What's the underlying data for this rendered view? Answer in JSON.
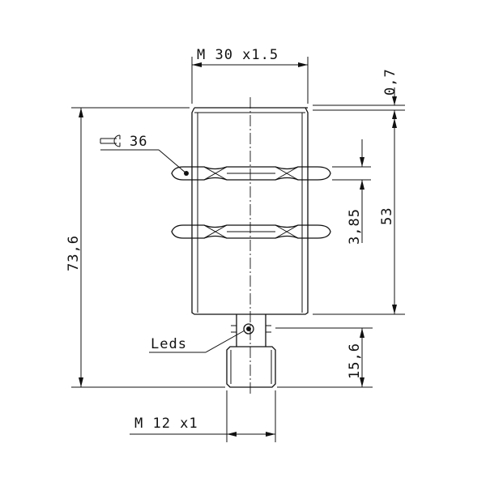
{
  "diagram": {
    "dimensions": {
      "thread_main": "M 30 x1.5",
      "top_gap": "0,7",
      "total_length": "73,6",
      "body_length": "53",
      "nut_thickness": "3,85",
      "connector_length": "15,6",
      "thread_connector": "M 12 x1",
      "wrench_size": "36"
    },
    "labels": {
      "leds": "Leds"
    },
    "icons": {
      "wrench": "wrench-icon"
    }
  }
}
